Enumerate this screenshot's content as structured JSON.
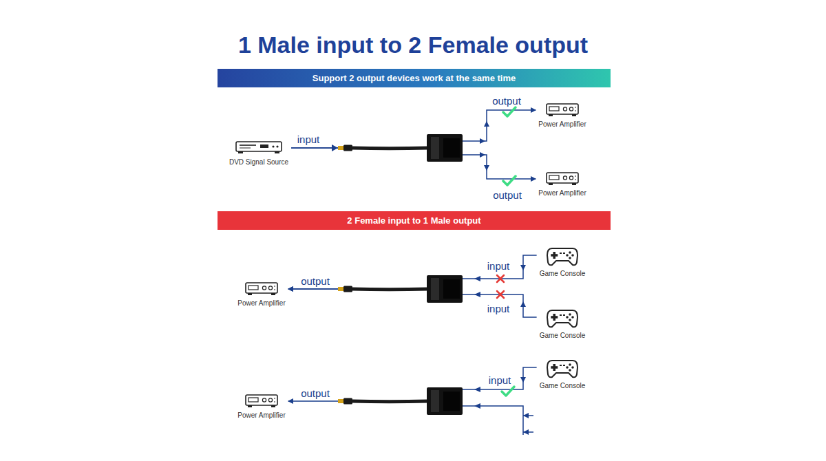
{
  "diagram": {
    "title": "1 Male input to 2 Female output",
    "nodes": [
      {
        "text": [
          "Support 2 output devices work at the same time"
        ]
      },
      {
        "text": [
          "DVD Signal Source"
        ]
      },
      {
        "text": [
          "Power Amplifier"
        ]
      },
      {
        "text": [
          "Power Amplifier"
        ]
      },
      {
        "text": [
          "2 Female input to 1 Male output"
        ]
      },
      {
        "text": [
          "Power Amplifier"
        ]
      },
      {
        "text": [
          "Game Console"
        ]
      },
      {
        "text": [
          "Game Console"
        ]
      },
      {
        "text": [
          "Power Amplifier"
        ]
      },
      {
        "text": [
          "Game Console"
        ]
      }
    ],
    "edges": [
      {
        "from": 1,
        "to": 2,
        "arrow": "to"
      },
      {
        "from": 1,
        "to": 3,
        "arrow": "to"
      },
      {
        "from": 6,
        "to": 5,
        "arrow": "to"
      },
      {
        "from": 7,
        "to": 5,
        "arrow": "to"
      },
      {
        "from": 9,
        "to": 8,
        "arrow": "to"
      }
    ],
    "labels": [
      "output",
      "input",
      "output",
      "input",
      "output",
      "input",
      "output",
      "input"
    ]
  }
}
